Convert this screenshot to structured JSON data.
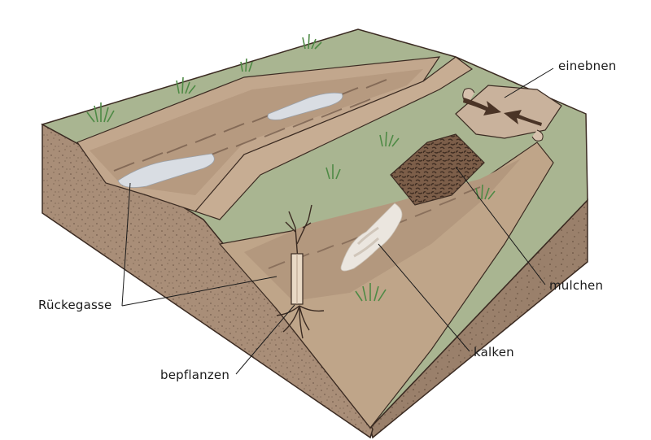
{
  "labels": {
    "einebnen": "einebnen",
    "mulchen": "mulchen",
    "kalken": "kalken",
    "rueckegasse": "Rückegasse",
    "bepflanzen": "bepflanzen"
  },
  "colors": {
    "soil_side": "#a98e78",
    "soil_dark": "#8c7260",
    "grass": "#a9b591",
    "furrow": "#b89f84",
    "mud_light": "#d8c3ae",
    "water": "#d9dde3",
    "mulch": "#6e5341",
    "lime": "#ebe6df",
    "arrow": "#4a3426",
    "grass_tuft": "#4e8a45",
    "outline": "#3b2b22"
  },
  "icons": {
    "plant": "sapling-with-tree-shelter-icon",
    "arrows": "leveling-arrows-icon",
    "grass": "grass-tuft-icon"
  }
}
